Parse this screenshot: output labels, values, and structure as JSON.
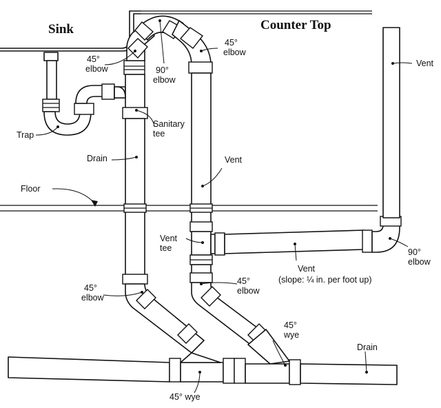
{
  "labels": {
    "sink": "Sink",
    "counter_top": "Counter Top",
    "trap": "Trap",
    "elbow45_upper_left_1": "45°",
    "elbow45_upper_left_2": "elbow",
    "elbow90_top_1": "90°",
    "elbow90_top_2": "elbow",
    "elbow45_upper_right_1": "45°",
    "elbow45_upper_right_2": "elbow",
    "sanitary_tee_1": "Sanitary",
    "sanitary_tee_2": "tee",
    "drain_upper": "Drain",
    "vent_middle": "Vent",
    "vent_right": "Vent",
    "floor": "Floor",
    "vent_tee_1": "Vent",
    "vent_tee_2": "tee",
    "elbow90_right_1": "90°",
    "elbow90_right_2": "elbow",
    "vent_slope_1": "Vent",
    "vent_slope_2": "(slope: ¼ in. per foot up)",
    "elbow45_lower_left_1": "45°",
    "elbow45_lower_left_2": "elbow",
    "elbow45_lower_mid_1": "45°",
    "elbow45_lower_mid_2": "elbow",
    "wye45_right_1": "45°",
    "wye45_right_2": "wye",
    "drain_lower": "Drain",
    "wye45_bottom": "45° wye"
  }
}
